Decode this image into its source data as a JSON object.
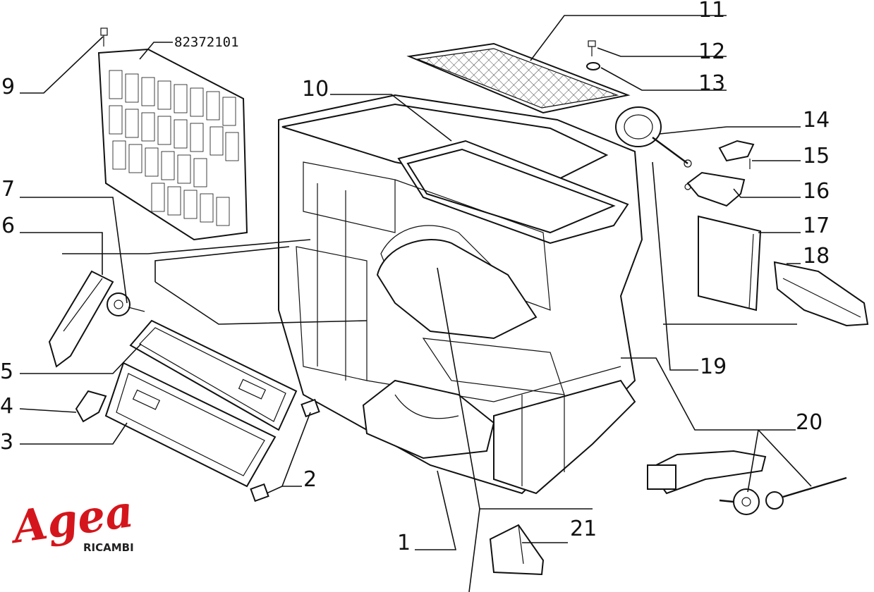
{
  "diagram": {
    "part_number": "82372101",
    "callouts": [
      "1",
      "2",
      "3",
      "4",
      "5",
      "6",
      "7",
      "9",
      "10",
      "11",
      "12",
      "13",
      "14",
      "15",
      "16",
      "17",
      "18",
      "19",
      "20",
      "21"
    ]
  },
  "logo": {
    "brand": "Agea",
    "sub": "RICAMBI",
    "color": "#d4161c"
  }
}
